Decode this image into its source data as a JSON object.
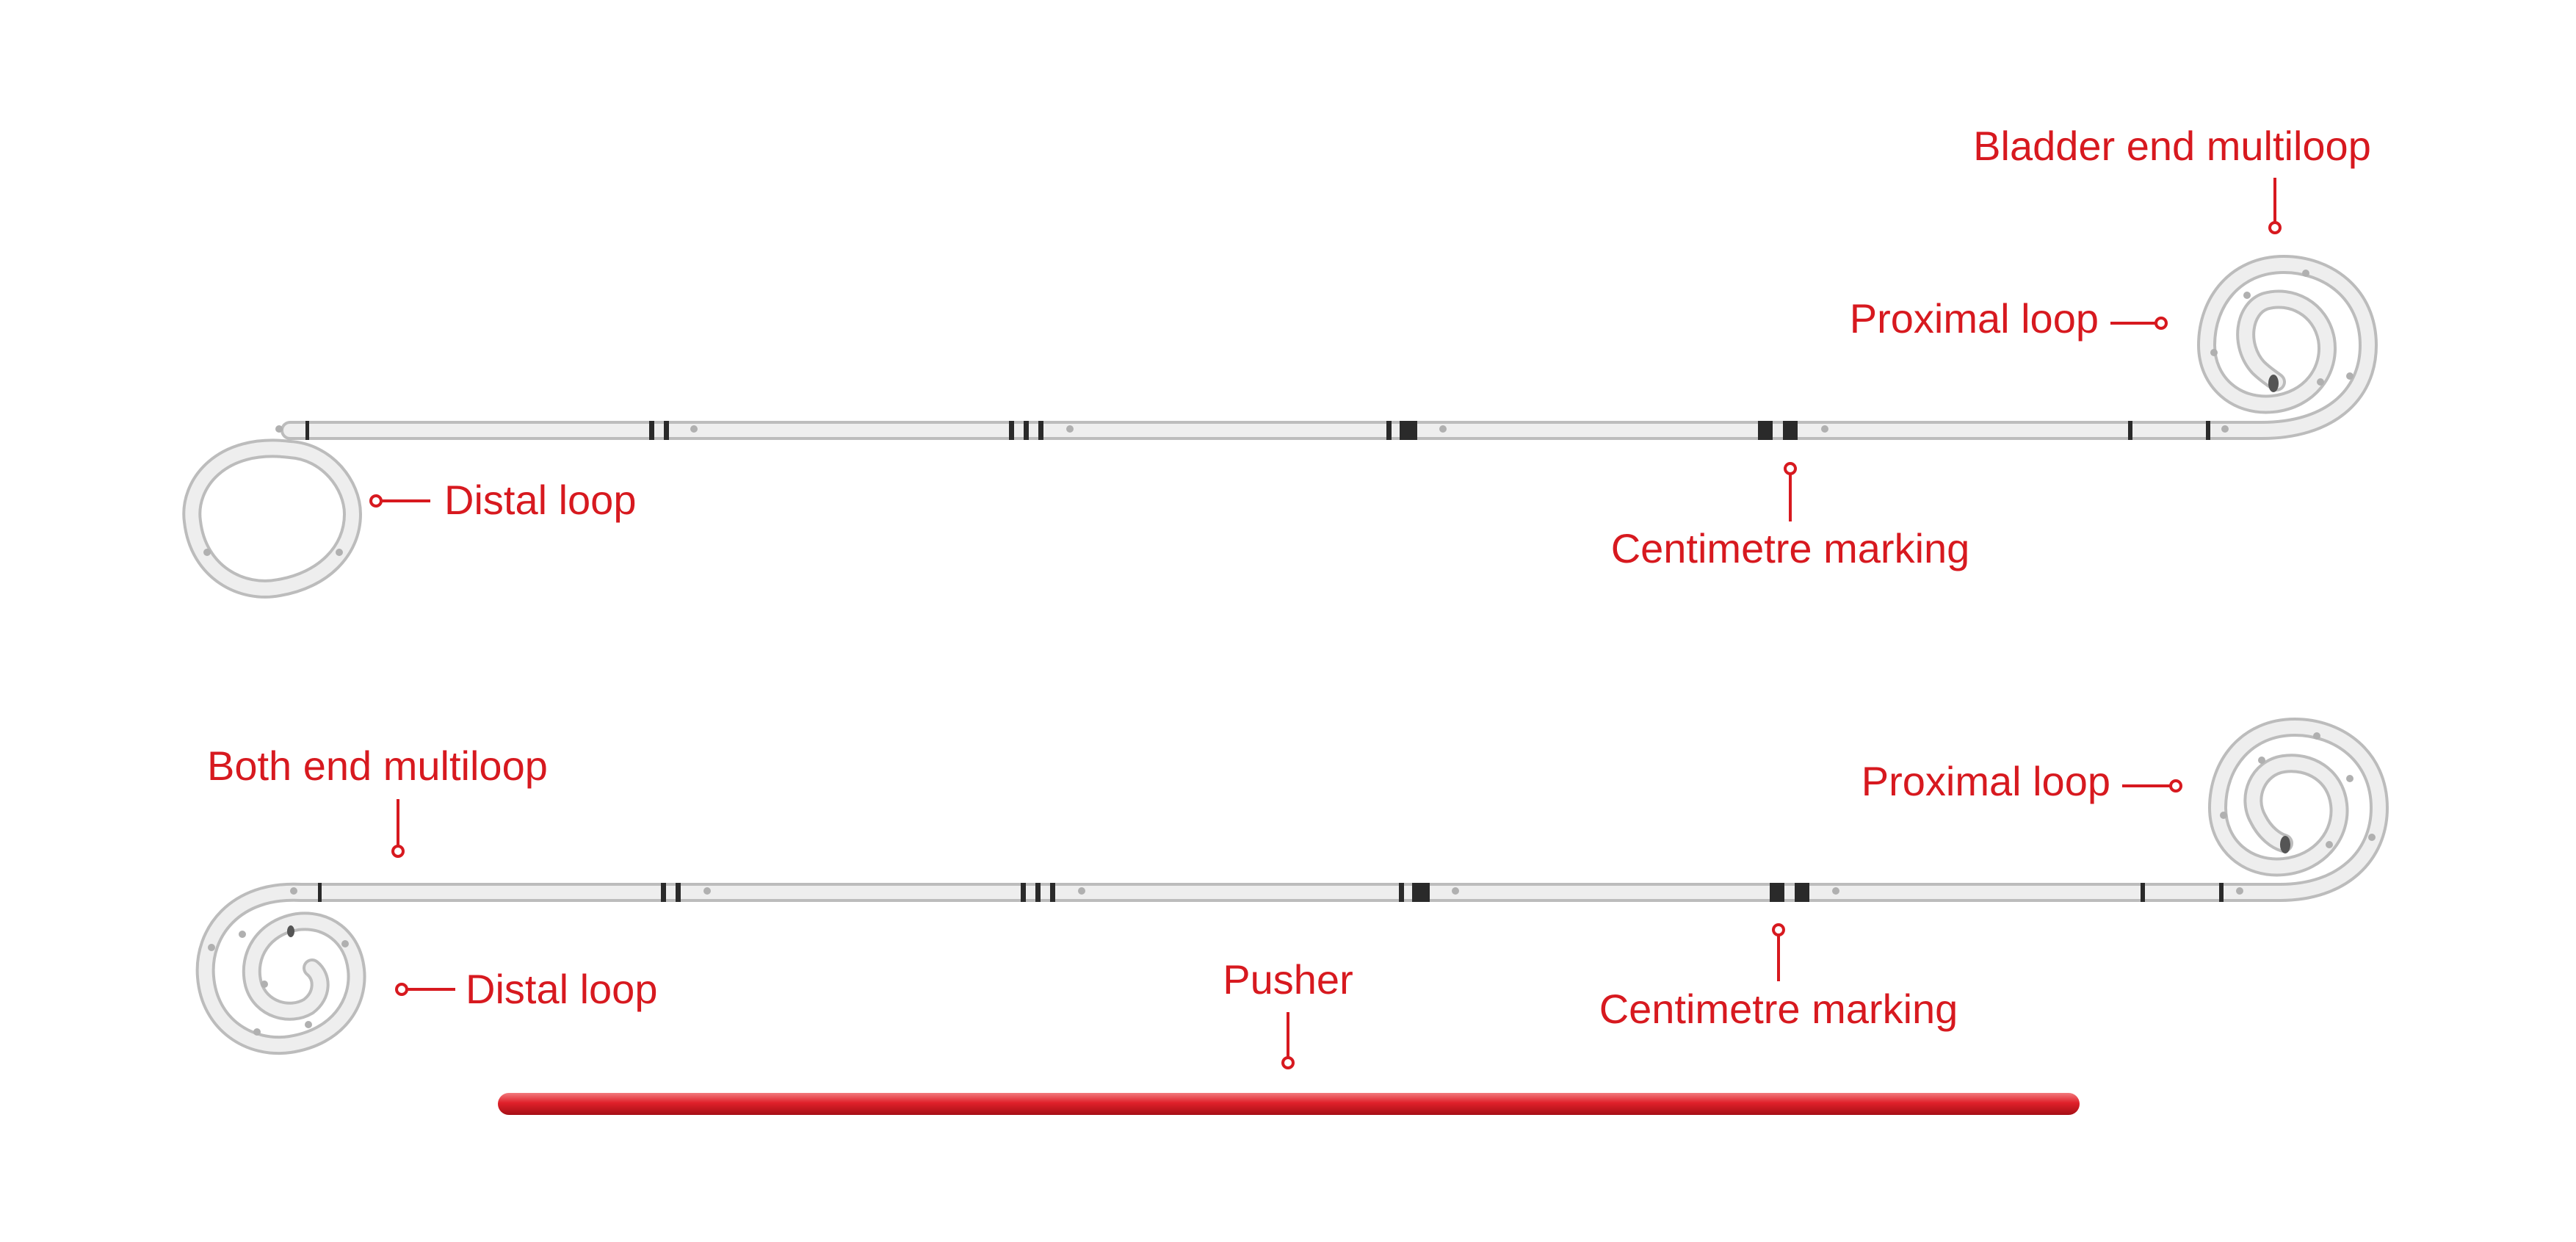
{
  "colors": {
    "label": "#d7191f",
    "tube_edge": "#bcbcbc",
    "tube_fill": "#eeeeee",
    "marking": "#2a2a2a",
    "pusher": "#e0202a"
  },
  "stent_top": {
    "bladder_end_label": "Bladder end multiloop",
    "proximal_loop_label": "Proximal loop",
    "distal_loop_label": "Distal loop",
    "centimetre_marking_label": "Centimetre marking"
  },
  "stent_bottom": {
    "both_end_label": "Both end multiloop",
    "proximal_loop_label": "Proximal loop",
    "distal_loop_label": "Distal loop",
    "centimetre_marking_label": "Centimetre marking"
  },
  "pusher": {
    "label": "Pusher"
  }
}
